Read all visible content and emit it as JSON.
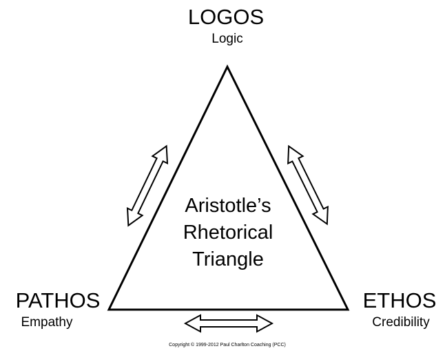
{
  "vertices": {
    "top": {
      "title": "LOGOS",
      "subtitle": "Logic"
    },
    "left": {
      "title": "PATHOS",
      "subtitle": "Empathy"
    },
    "right": {
      "title": "ETHOS",
      "subtitle": "Credibility"
    }
  },
  "center": {
    "line1": "Aristotle’s",
    "line2": "Rhetorical",
    "line3": "Triangle"
  },
  "copyright": "Copyright © 1999-2012 Paul Charlton Coaching (PCC)"
}
